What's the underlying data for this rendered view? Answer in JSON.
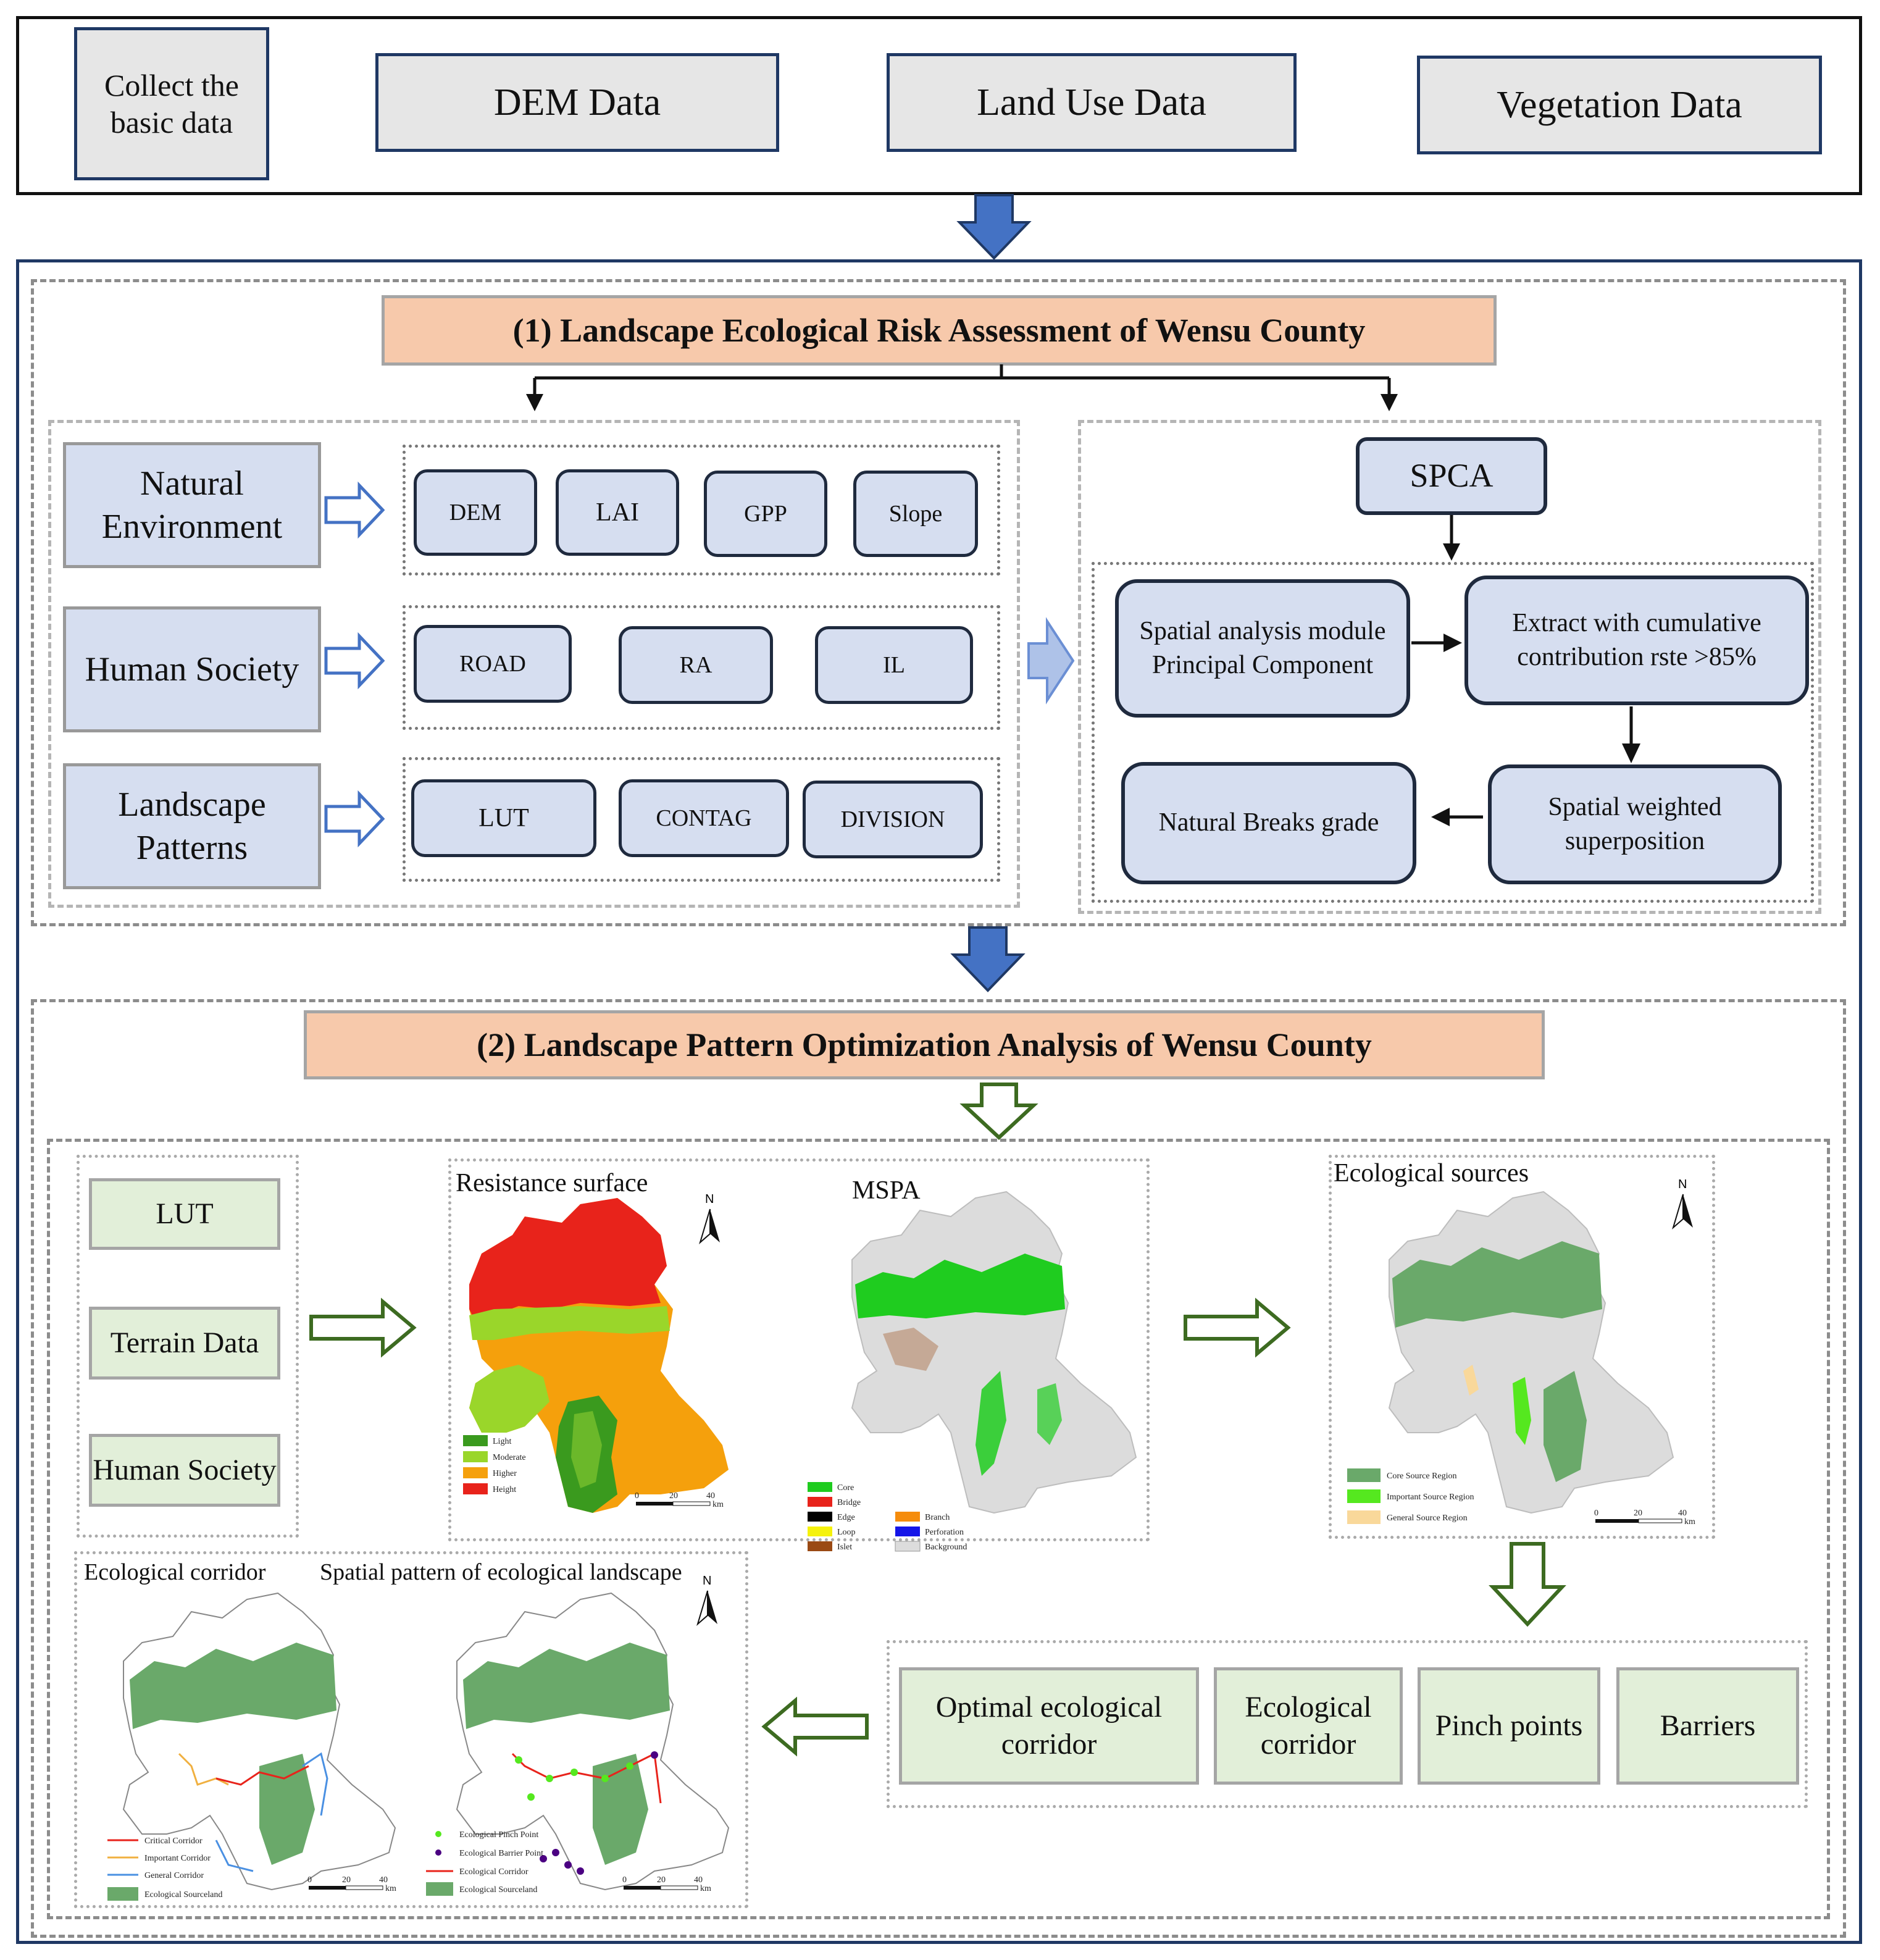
{
  "top_section": {
    "collect_label": "Collect the basic data",
    "inputs": [
      "DEM Data",
      "Land Use Data",
      "Vegetation Data"
    ]
  },
  "section1": {
    "title": "(1) Landscape Ecological Risk Assessment of Wensu County",
    "categories": [
      {
        "label": "Natural Environment",
        "indicators": [
          "DEM",
          "LAI",
          "GPP",
          "Slope"
        ]
      },
      {
        "label": "Human Society",
        "indicators": [
          "ROAD",
          "RA",
          "IL"
        ]
      },
      {
        "label": "Landscape Patterns",
        "indicators": [
          "LUT",
          "CONTAG",
          "DIVISION"
        ]
      }
    ],
    "spca": {
      "label": "SPCA",
      "step1": "Spatial analysis module Principal Component",
      "step2": "Extract with cumulative contribution rste >85%",
      "step3": "Spatial weighted superposition",
      "step4": "Natural Breaks grade"
    }
  },
  "section2": {
    "title": "(2) Landscape Pattern Optimization Analysis of Wensu County",
    "inputs": [
      "LUT",
      "Terrain Data",
      "Human Society"
    ],
    "maps": {
      "resistance": {
        "title": "Resistance surface",
        "legend": [
          "Light",
          "Moderate",
          "Higher",
          "Height"
        ],
        "legend_colors": [
          "#3a9a1e",
          "#9ad62a",
          "#f5a00c",
          "#e8231b"
        ]
      },
      "mspa": {
        "title": "MSPA",
        "legend_left": [
          "Core",
          "Bridge",
          "Edge",
          "Loop",
          "Islet"
        ],
        "legend_left_colors": [
          "#1fcc1f",
          "#e8231b",
          "#000000",
          "#f5f20c",
          "#9a4a14"
        ],
        "legend_right": [
          "Branch",
          "Perforation",
          "Background"
        ],
        "legend_right_colors": [
          "#f58c0c",
          "#1515e8",
          "#dcdcdc"
        ]
      },
      "sources": {
        "title": "Ecological sources",
        "legend": [
          "Core Source Region",
          "Important Source Region",
          "General Source Region"
        ],
        "legend_colors": [
          "#6aa96a",
          "#55e81f",
          "#f9d89a"
        ]
      },
      "corridor": {
        "title": "Ecological corridor",
        "legend": [
          "Critical Corridor",
          "Important Corridor",
          "General Corridor",
          "Ecological Sourceland"
        ],
        "legend_colors": [
          "#e8231b",
          "#f0b040",
          "#4a90e2",
          "#6aa96a"
        ]
      },
      "spatial": {
        "title": "Spatial pattern of ecological landscape",
        "legend": [
          "Ecological Pinch Point",
          "Ecological Barrier Point",
          "Ecological Corridor",
          "Ecological Sourceland"
        ],
        "legend_colors": [
          "#55e81f",
          "#4b0082",
          "#e8231b",
          "#6aa96a"
        ]
      },
      "north_label": "N",
      "scale": {
        "ticks": [
          "0",
          "20",
          "40"
        ],
        "unit": "km"
      }
    },
    "outputs": [
      "Optimal ecological corridor",
      "Ecological corridor",
      "Pinch points",
      "Barriers"
    ]
  }
}
